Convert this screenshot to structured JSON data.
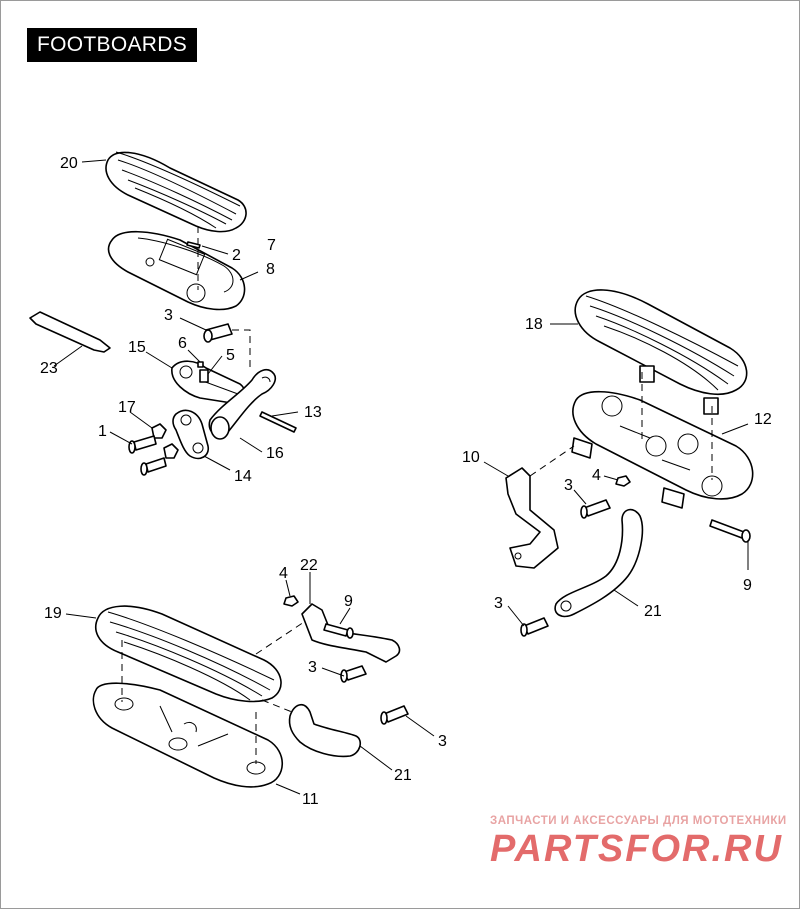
{
  "title": "FOOTBOARDS",
  "callouts": {
    "c1": "1",
    "c2": "2",
    "c3a": "3",
    "c3b": "3",
    "c3c": "3",
    "c3d": "3",
    "c3e": "3",
    "c4a": "4",
    "c4b": "4",
    "c5": "5",
    "c6": "6",
    "c7": "7",
    "c8": "8",
    "c9a": "9",
    "c9b": "9",
    "c10": "10",
    "c11": "11",
    "c12": "12",
    "c13": "13",
    "c14": "14",
    "c15": "15",
    "c16": "16",
    "c17": "17",
    "c18": "18",
    "c19": "19",
    "c20": "20",
    "c21a": "21",
    "c21b": "21",
    "c22": "22",
    "c23": "23"
  },
  "watermark": {
    "tagline": "ЗАПЧАСТИ И АКСЕССУАРЫ ДЛЯ МОТОТЕХНИКИ",
    "brand": "PARTSFOR.RU"
  },
  "colors": {
    "ink": "#000000",
    "watermark": "#e36b6b"
  }
}
